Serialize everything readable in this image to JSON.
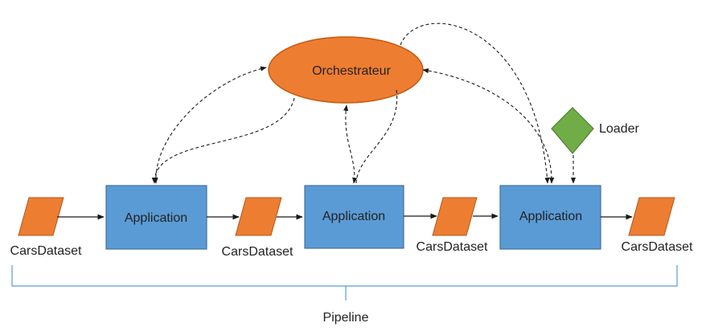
{
  "orchestrator": {
    "label": "Orchestrateur",
    "color": "#ed7d31",
    "border": "#c55a11"
  },
  "loader": {
    "label": "Loader",
    "color": "#70ad47",
    "border": "#507e32"
  },
  "applications": [
    {
      "label": "Application"
    },
    {
      "label": "Application"
    },
    {
      "label": "Application"
    }
  ],
  "datasets": [
    {
      "label": "CarsDataset"
    },
    {
      "label": "CarsDataset"
    },
    {
      "label": "CarsDataset"
    },
    {
      "label": "CarsDataset"
    }
  ],
  "pipeline": {
    "label": "Pipeline"
  },
  "colors": {
    "application_fill": "#5b9bd5",
    "application_border": "#41719c",
    "dataset_fill": "#ed7d31",
    "dataset_border": "#ae5a21",
    "brace": "#5b9bd5"
  }
}
